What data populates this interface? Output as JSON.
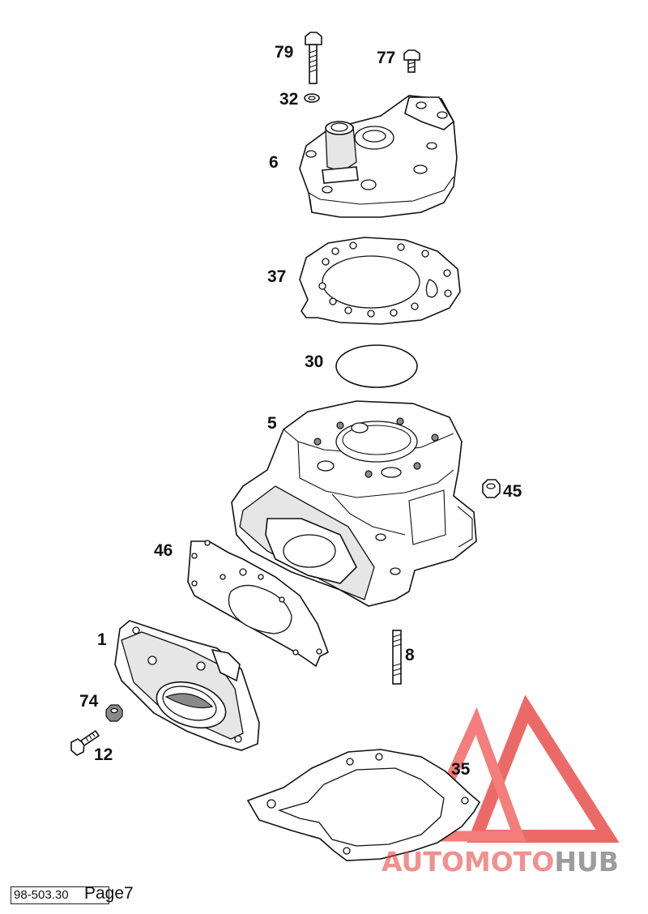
{
  "diagram": {
    "callouts": [
      {
        "id": "79",
        "text": "79"
      },
      {
        "id": "77",
        "text": "77"
      },
      {
        "id": "32",
        "text": "32"
      },
      {
        "id": "6",
        "text": "6"
      },
      {
        "id": "37",
        "text": "37"
      },
      {
        "id": "30",
        "text": "30"
      },
      {
        "id": "5",
        "text": "5"
      },
      {
        "id": "45",
        "text": "45"
      },
      {
        "id": "46",
        "text": "46"
      },
      {
        "id": "1",
        "text": "1"
      },
      {
        "id": "8",
        "text": "8"
      },
      {
        "id": "74",
        "text": "74"
      },
      {
        "id": "12",
        "text": "12"
      },
      {
        "id": "35",
        "text": "35"
      }
    ],
    "parts": [
      "bolt",
      "bolt",
      "washer",
      "cylinder-head",
      "head-gasket",
      "o-ring",
      "cylinder",
      "nut",
      "gasket",
      "intake-flange",
      "stud",
      "nut",
      "bolt",
      "base-gasket"
    ]
  },
  "footer": {
    "code": "98-503.30",
    "page": "Page7"
  },
  "watermark": {
    "part1": "AUTOMOTO",
    "part2": "HUB",
    "color_primary": "#e53935",
    "color_secondary": "#9c9c9c"
  }
}
